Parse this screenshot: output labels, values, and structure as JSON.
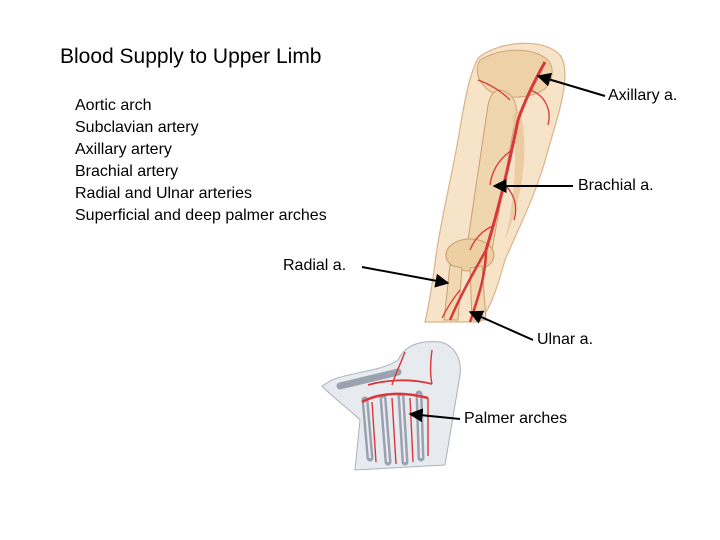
{
  "title": "Blood Supply to Upper Limb",
  "pathway": [
    "Aortic arch",
    "Subclavian artery",
    "Axillary artery",
    "Brachial artery",
    "Radial and Ulnar arteries",
    "Superficial and deep palmer arches"
  ],
  "labels": {
    "axillary": "Axillary a.",
    "brachial": "Brachial a.",
    "radial": "Radial a.",
    "ulnar": "Ulnar a.",
    "palmer": "Palmer arches"
  },
  "colors": {
    "artery": "#d8383a",
    "bone": "#efd2a8",
    "skin": "#f6e0c4",
    "tendon": "#8d96a6"
  }
}
